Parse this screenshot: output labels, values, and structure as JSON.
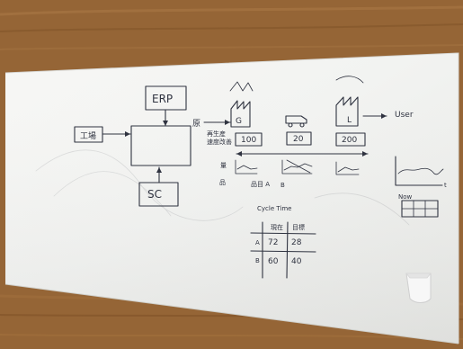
{
  "scene": {
    "subject": "whiteboard"
  },
  "whiteboard": {
    "left_source": "工場",
    "erp_box": "ERP",
    "sc_box": "SC",
    "arrow_label": "原",
    "side_note_line1": "再生産",
    "side_note_line2": "速度改善",
    "factory_g": "G",
    "factory_l": "L",
    "counter_1": "100",
    "counter_2": "20",
    "counter_3": "200",
    "row_label": "量",
    "out_label": "User",
    "bottom_left_1": "品",
    "bottom_left_2": "品目 A",
    "bottom_left_3": "B",
    "table_title": "Cycle Time",
    "table_header_1": "現在",
    "table_header_2": "目標",
    "row_a_label": "A",
    "row_a_v1": "72",
    "row_a_v2": "28",
    "row_b_label": "B",
    "row_b_v1": "60",
    "row_b_v2": "40",
    "graph_axis_label": "t",
    "grid_label": "Now"
  }
}
